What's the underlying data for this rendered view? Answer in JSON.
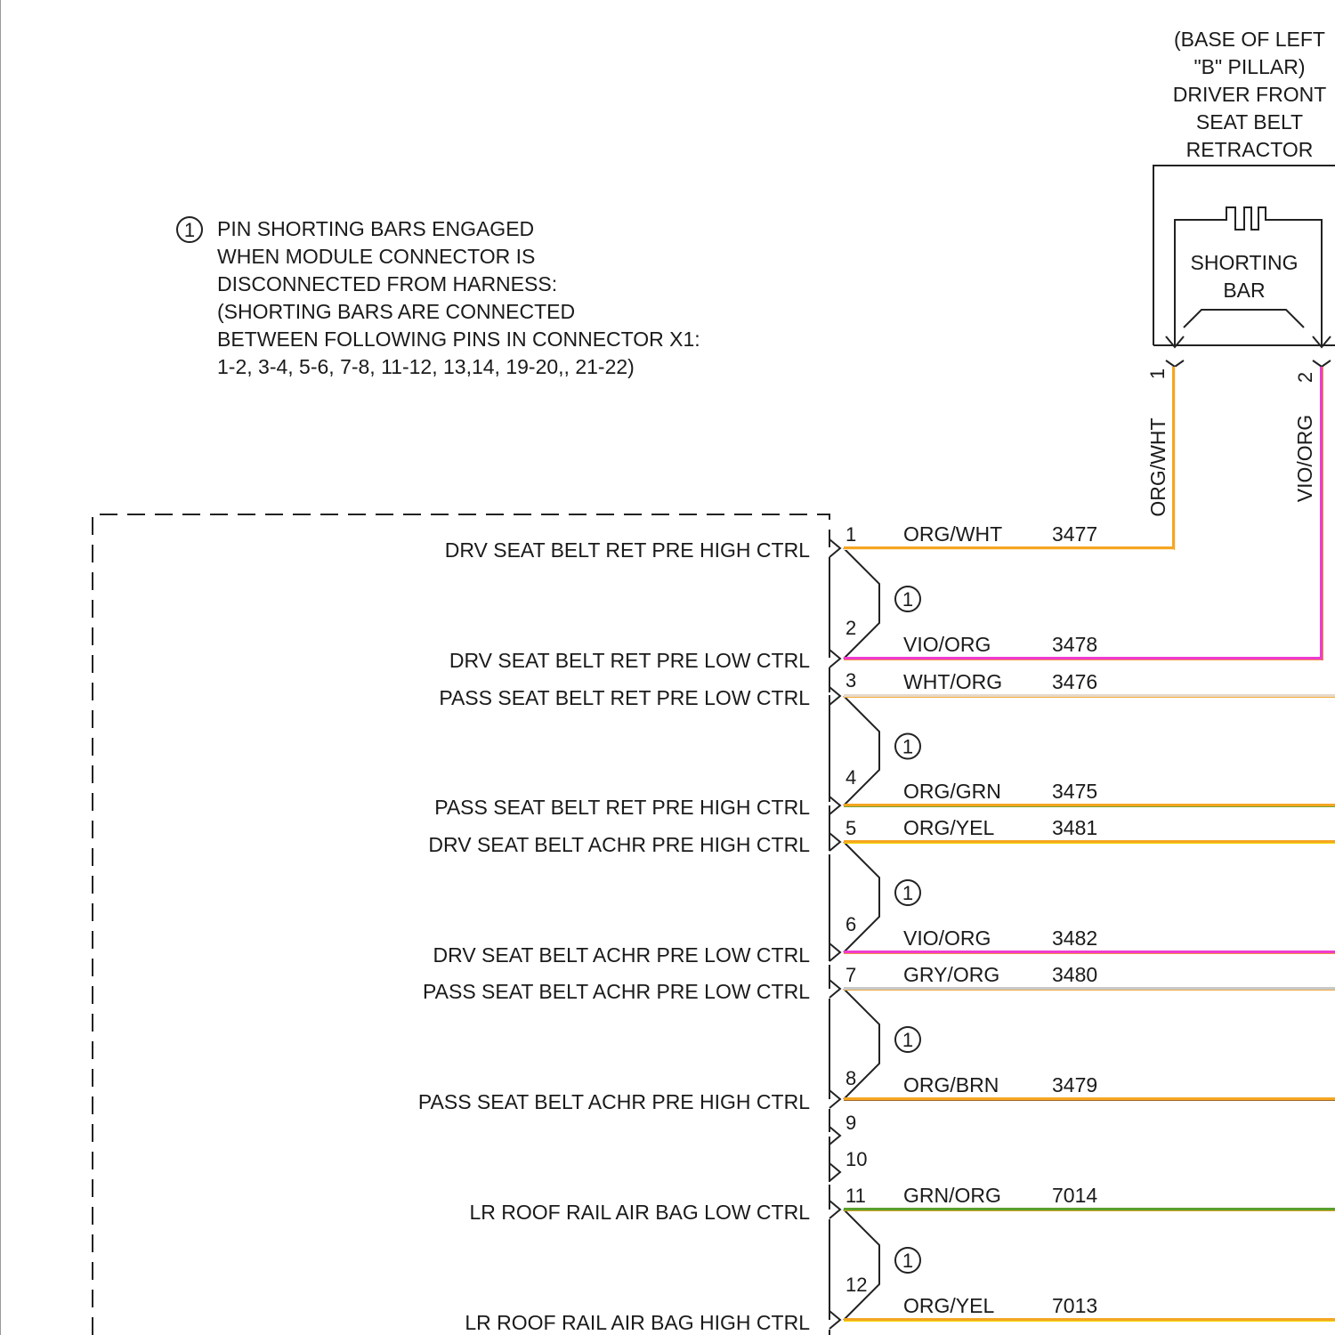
{
  "component": {
    "location_lines": [
      "(BASE OF LEFT",
      "\"B\" PILLAR)",
      "DRIVER FRONT",
      "SEAT BELT",
      "RETRACTOR"
    ],
    "internal_lines": [
      "SHORTING",
      "BAR"
    ],
    "pin_left": "1",
    "pin_right": "2",
    "wire_left": "ORG/WHT",
    "wire_right": "VIO/ORG"
  },
  "note": {
    "marker": "1",
    "lines": [
      "PIN SHORTING BARS ENGAGED",
      "WHEN MODULE CONNECTOR IS",
      "DISCONNECTED FROM HARNESS:",
      "(SHORTING BARS ARE CONNECTED",
      "BETWEEN FOLLOWING PINS IN CONNECTOR X1:",
      "1-2, 3-4, 5-6, 7-8, 11-12, 13,14, 19-20,, 21-22)"
    ]
  },
  "shorting_marker": "1",
  "circuits": [
    {
      "pin": "1",
      "label": "DRV SEAT BELT RET PRE HIGH CTRL",
      "wire": "ORG/WHT",
      "circuit": "3477",
      "color": "#f5a623",
      "stripe": "#ffffff"
    },
    {
      "pin": "2",
      "label": "DRV SEAT BELT RET PRE LOW CTRL",
      "wire": "VIO/ORG",
      "circuit": "3478",
      "color": "#ee3bcf",
      "stripe": "#f5a623"
    },
    {
      "pin": "3",
      "label": "PASS SEAT BELT RET PRE LOW CTRL",
      "wire": "WHT/ORG",
      "circuit": "3476",
      "color": "#e8d8c8",
      "stripe": "#f5a623"
    },
    {
      "pin": "4",
      "label": "PASS SEAT BELT RET PRE HIGH CTRL",
      "wire": "ORG/GRN",
      "circuit": "3475",
      "color": "#f5a623",
      "stripe": "#5aa02c"
    },
    {
      "pin": "5",
      "label": "DRV SEAT BELT ACHR PRE HIGH CTRL",
      "wire": "ORG/YEL",
      "circuit": "3481",
      "color": "#f5a623",
      "stripe": "#f2e600"
    },
    {
      "pin": "6",
      "label": "DRV SEAT BELT ACHR PRE LOW CTRL",
      "wire": "VIO/ORG",
      "circuit": "3482",
      "color": "#ee3bcf",
      "stripe": "#f5a623"
    },
    {
      "pin": "7",
      "label": "PASS SEAT BELT ACHR PRE LOW CTRL",
      "wire": "GRY/ORG",
      "circuit": "3480",
      "color": "#c8c8c8",
      "stripe": "#f5a623"
    },
    {
      "pin": "8",
      "label": "PASS SEAT BELT ACHR PRE HIGH CTRL",
      "wire": "ORG/BRN",
      "circuit": "3479",
      "color": "#f5a623",
      "stripe": "#8b5a2b"
    },
    {
      "pin": "9",
      "label": "",
      "wire": "",
      "circuit": "",
      "color": "",
      "stripe": ""
    },
    {
      "pin": "10",
      "label": "",
      "wire": "",
      "circuit": "",
      "color": "",
      "stripe": ""
    },
    {
      "pin": "11",
      "label": "LR ROOF RAIL AIR BAG LOW CTRL",
      "wire": "GRN/ORG",
      "circuit": "7014",
      "color": "#5aa02c",
      "stripe": "#f5a623"
    },
    {
      "pin": "12",
      "label": "LR ROOF RAIL AIR BAG HIGH CTRL",
      "wire": "ORG/YEL",
      "circuit": "7013",
      "color": "#f5a623",
      "stripe": "#f2e600"
    }
  ]
}
